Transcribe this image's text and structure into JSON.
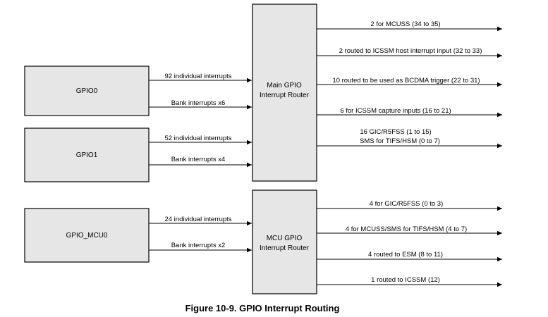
{
  "sources": {
    "gpio0": "GPIO0",
    "gpio1": "GPIO1",
    "gpio_mcu0": "GPIO_MCU0"
  },
  "routers": {
    "main": [
      "Main GPIO",
      "Interrupt Router"
    ],
    "mcu": [
      "MCU GPIO",
      "Interrupt Router"
    ]
  },
  "inputs": {
    "gpio0_individual": "92 individual interrupts",
    "gpio0_bank": "Bank interrupts x6",
    "gpio1_individual": "52 individual interrupts",
    "gpio1_bank": "Bank interrupts x4",
    "mcu0_individual": "24 individual interrupts",
    "mcu0_bank": "Bank interrupts x2"
  },
  "main_outputs": [
    [
      "2 for MCUSS (34 to 35)"
    ],
    [
      "2 routed to ICSSM host interrupt input (32 to 33)"
    ],
    [
      "10 routed to be used as BCDMA trigger (22 to 31)"
    ],
    [
      "6 for ICSSM capture inputs (16 to 21)"
    ],
    [
      "16 GIC/R5FSS (1 to 15)",
      "SMS for TIFS/HSM (0 to 7)"
    ]
  ],
  "mcu_outputs": [
    "4 for GIC/R5FSS (0 to 3)",
    "4 for MCUSS/SMS for TIFS/HSM (4 to 7)",
    "4 routed to ESM (8 to 11)",
    "1 routed to ICSSM (12)"
  ],
  "caption": "Figure 10-9. GPIO Interrupt Routing"
}
